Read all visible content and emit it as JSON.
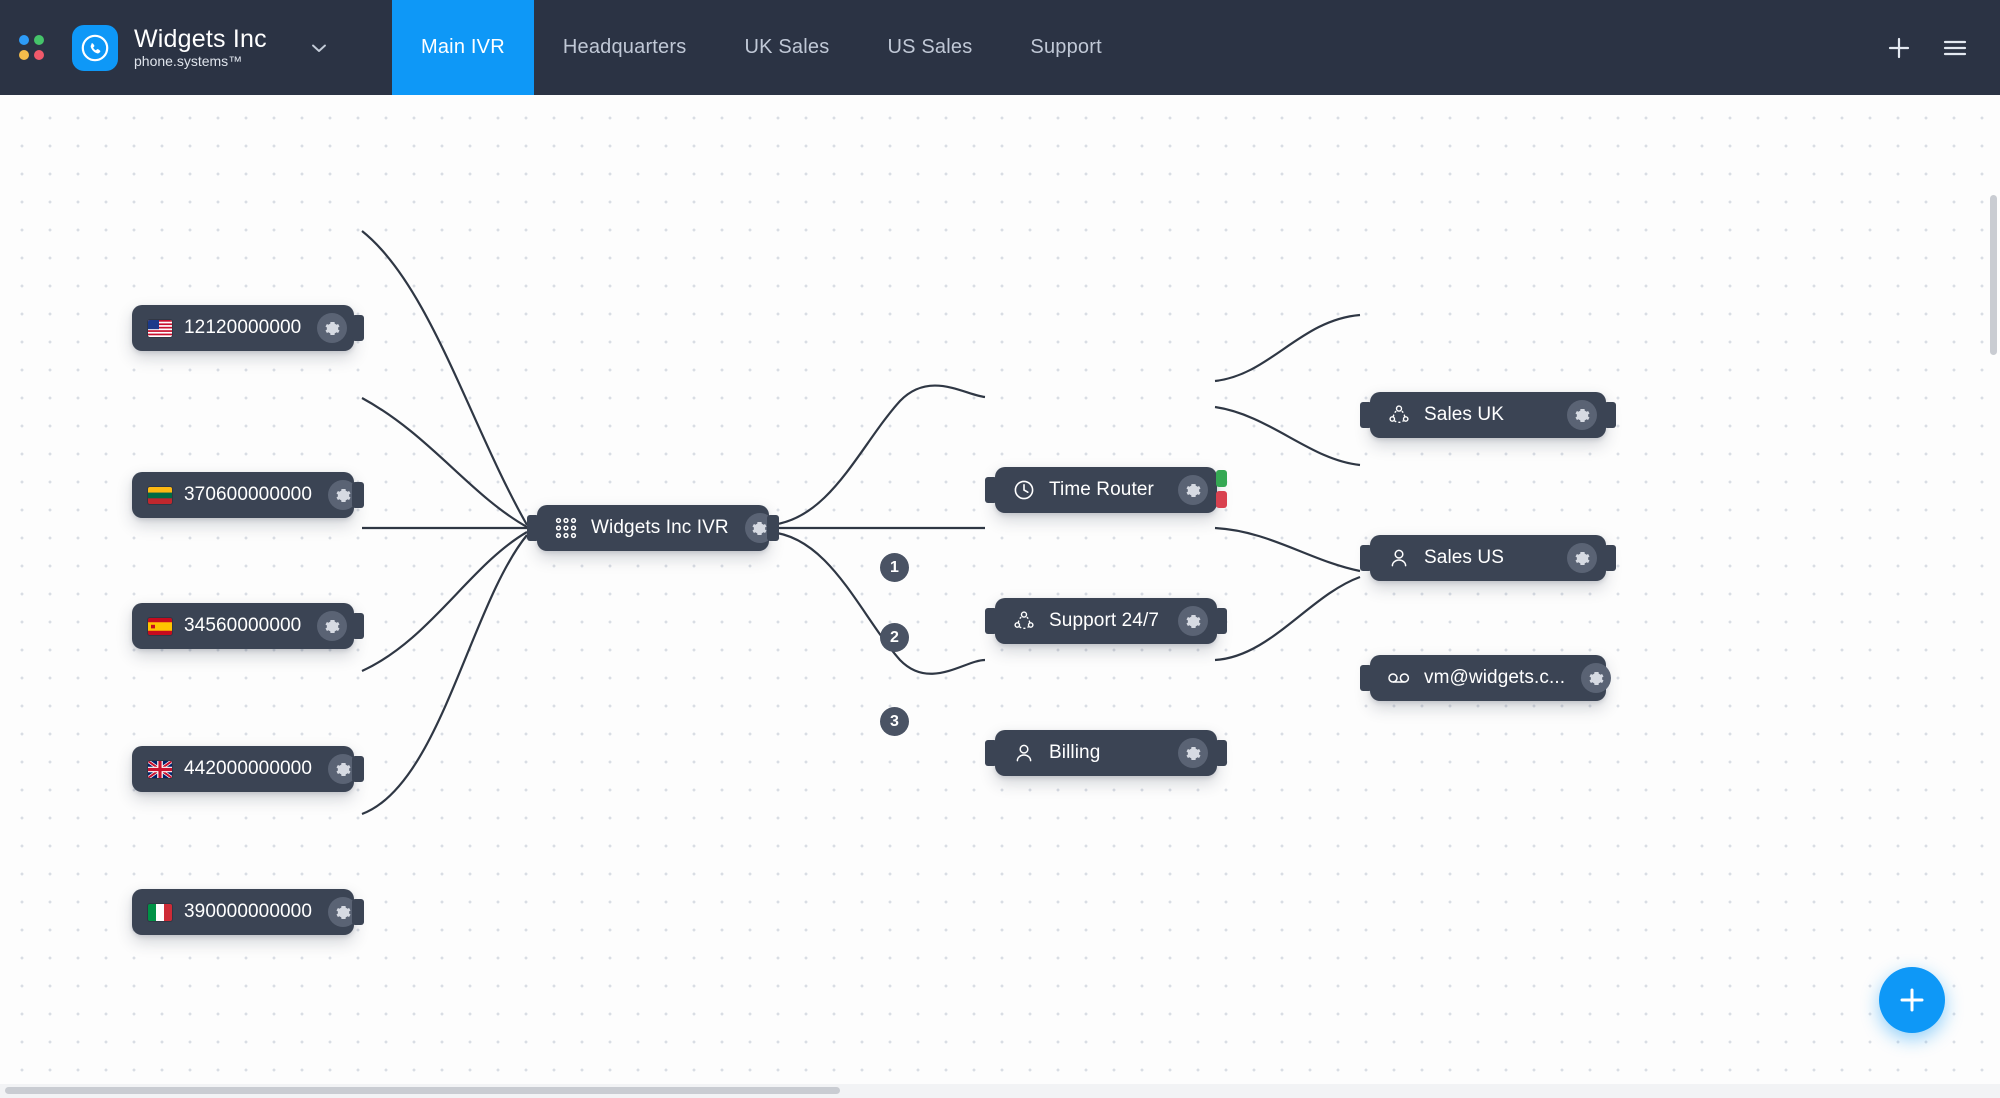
{
  "topbar": {
    "launcher_icon": "apps-grid-icon",
    "brand": {
      "name": "Widgets Inc",
      "subtitle": "phone.systems™",
      "logo_icon": "phone-circle-icon",
      "caret_icon": "chevron-down-icon"
    },
    "tabs": [
      {
        "label": "Main IVR",
        "active": true
      },
      {
        "label": "Headquarters",
        "active": false
      },
      {
        "label": "UK Sales",
        "active": false
      },
      {
        "label": "US Sales",
        "active": false
      },
      {
        "label": "Support",
        "active": false
      }
    ],
    "actions": [
      {
        "name": "add-icon",
        "glyph": "+"
      },
      {
        "name": "hamburger-menu-icon",
        "glyph": "☰"
      }
    ],
    "colors": {
      "bar_bg": "#2b3344",
      "accent": "#0e98f7",
      "tab_text": "#c0c8d6"
    }
  },
  "canvas": {
    "numbers": [
      {
        "label": "12120000000",
        "flag": "us",
        "gear": "gear-icon"
      },
      {
        "label": "370600000000",
        "flag": "lt",
        "gear": "gear-icon"
      },
      {
        "label": "34560000000",
        "flag": "es",
        "gear": "gear-icon"
      },
      {
        "label": "442000000000",
        "flag": "gb",
        "gear": "gear-icon"
      },
      {
        "label": "390000000000",
        "flag": "it",
        "gear": "gear-icon"
      }
    ],
    "ivr": {
      "label": "Widgets Inc IVR",
      "icon": "dialpad-icon",
      "gear": "gear-icon"
    },
    "branch_badges": [
      "1",
      "2",
      "3"
    ],
    "mid_nodes": [
      {
        "label": "Time Router",
        "icon": "clock-icon",
        "gear": "gear-icon"
      },
      {
        "label": "Support 24/7",
        "icon": "ring-group-icon",
        "gear": "gear-icon"
      },
      {
        "label": "Billing",
        "icon": "user-icon",
        "gear": "gear-icon"
      }
    ],
    "right_nodes": [
      {
        "label": "Sales UK",
        "icon": "ring-group-icon",
        "gear": "gear-icon"
      },
      {
        "label": "Sales US",
        "icon": "user-icon",
        "gear": "gear-icon"
      },
      {
        "label": "vm@widgets.c...",
        "icon": "voicemail-icon",
        "gear": "gear-icon"
      }
    ],
    "port_colors": {
      "open": "#35a853",
      "closed": "#d9414f",
      "neutral": "#3b4454"
    },
    "fab": {
      "name": "add-node-button",
      "glyph": "+",
      "color": "#0e98f7"
    }
  }
}
